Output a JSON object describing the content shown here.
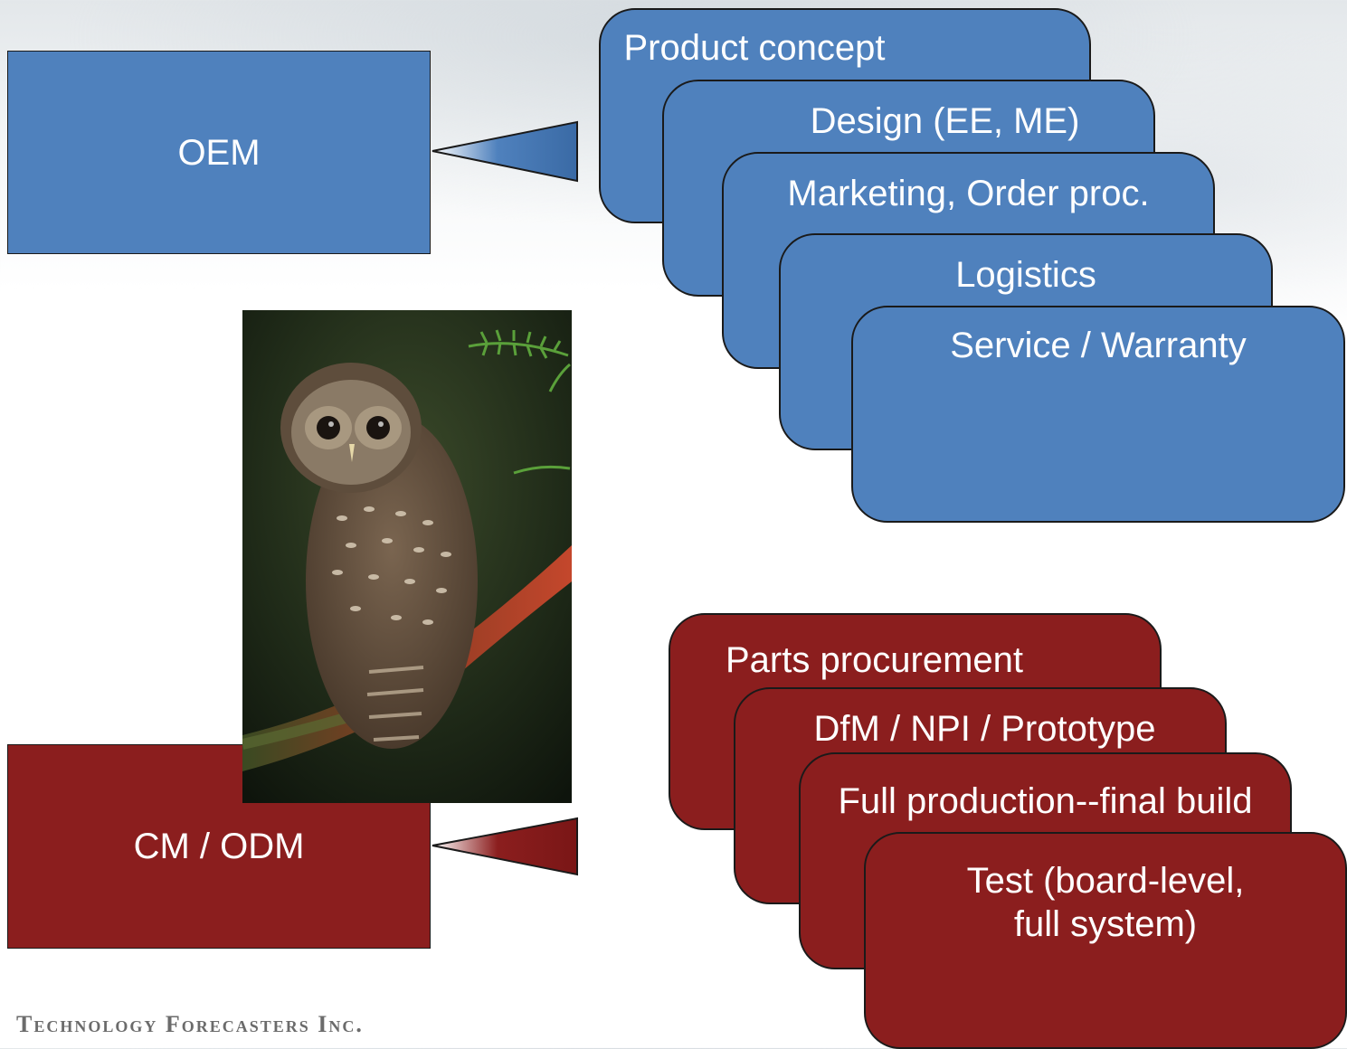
{
  "oem": {
    "label": "OEM",
    "color": "#4f81bd"
  },
  "cm": {
    "label": "CM / ODM",
    "color": "#8b1e1e"
  },
  "oem_steps": [
    "Product concept",
    "Design (EE, ME)",
    "Marketing, Order proc.",
    "Logistics",
    "Service / Warranty"
  ],
  "cm_steps": [
    "Parts procurement",
    "DfM / NPI / Prototype",
    "Full production--final build",
    "Test (board-level,",
    "full system)"
  ],
  "photo": {
    "subject": "owl-on-branch"
  },
  "footer": {
    "text": "Technology Forecasters Inc."
  }
}
